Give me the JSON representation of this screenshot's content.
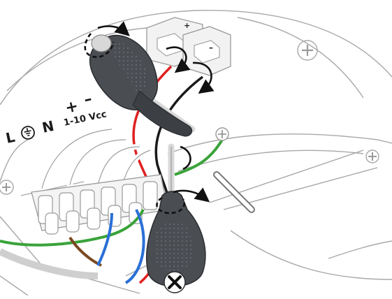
{
  "terminal_labels": {
    "live": "L",
    "neutral": "N",
    "plus": "+",
    "minus": "–",
    "control_voltage": "1-10 Vcc"
  },
  "connector_labels": {
    "plus": "+",
    "minus": "–"
  },
  "icons": {
    "earth": "earth-symbol-icon",
    "rotate": "rotation-arrow-icon",
    "screw_head": "phillips-screw-icon"
  },
  "colors": {
    "live_wire": "#7b4a22",
    "neutral_wire": "#2a6fd6",
    "earth_wire": "#3aa33a",
    "positive_wire": "#e02020",
    "negative_wire": "#1a1a1a",
    "screwdriver_body": "#4a4d52",
    "line_art": "#9a9a9a"
  }
}
